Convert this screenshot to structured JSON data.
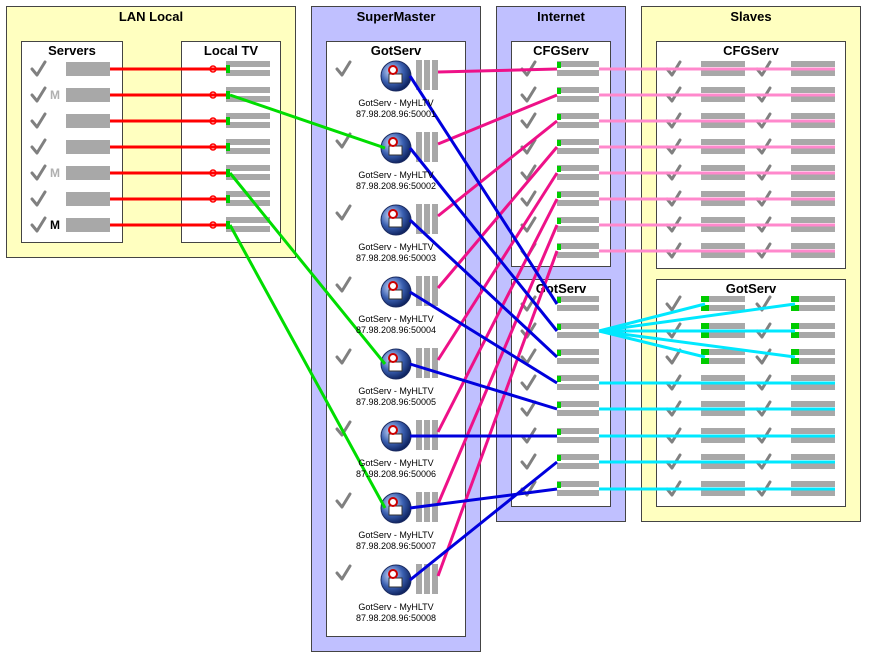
{
  "groups": {
    "lan": "LAN Local",
    "supermaster": "SuperMaster",
    "internet": "Internet",
    "slaves": "Slaves"
  },
  "panels": {
    "servers": "Servers",
    "local_tv": "Local TV",
    "gotserv_master": "GotServ",
    "cfgserv_internet": "CFGServ",
    "gotserv_internet": "GotServ",
    "cfgserv_slaves": "CFGServ",
    "gotserv_slaves": "GotServ"
  },
  "servers_rows": [
    {
      "mark": ""
    },
    {
      "mark": "M",
      "mark_color": "#b0b0b0"
    },
    {
      "mark": ""
    },
    {
      "mark": ""
    },
    {
      "mark": "M",
      "mark_color": "#b0b0b0"
    },
    {
      "mark": ""
    },
    {
      "mark": "M",
      "mark_color": "#000000"
    }
  ],
  "gotserv_entries": [
    {
      "line1": "GotServ - MyHLTV",
      "line2": "87.98.208.96:50001"
    },
    {
      "line1": "GotServ - MyHLTV",
      "line2": "87.98.208.96:50002"
    },
    {
      "line1": "GotServ - MyHLTV",
      "line2": "87.98.208.96:50003"
    },
    {
      "line1": "GotServ - MyHLTV",
      "line2": "87.98.208.96:50004"
    },
    {
      "line1": "GotServ - MyHLTV",
      "line2": "87.98.208.96:50005"
    },
    {
      "line1": "GotServ - MyHLTV",
      "line2": "87.98.208.96:50006"
    },
    {
      "line1": "GotServ - MyHLTV",
      "line2": "87.98.208.96:50007"
    },
    {
      "line1": "GotServ - MyHLTV",
      "line2": "87.98.208.96:50008"
    }
  ],
  "icons": {
    "check": "check-icon",
    "server_globe": "globe-server-icon",
    "bar": "server-bar"
  },
  "colors": {
    "lan_link": "#ff0000",
    "local_tv_link": "#00dd00",
    "cfg_link": "#ee1188",
    "cfg_slave_link": "#ff88cc",
    "gotserv_link": "#0000dd",
    "gotserv_slave_link": "#00e8ff",
    "check": "#808080",
    "bar": "#a8a8a8",
    "status_green": "#00cc00",
    "group_yellow": "#ffffc0",
    "group_blue": "#c0c0ff"
  }
}
